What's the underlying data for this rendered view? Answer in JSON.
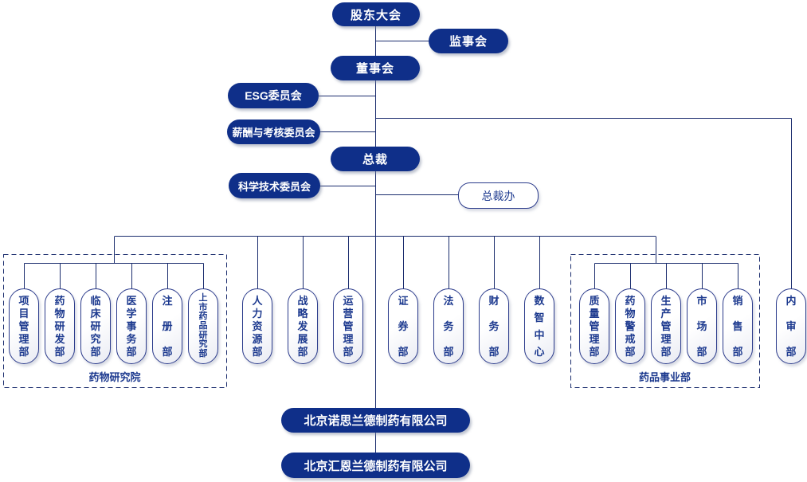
{
  "colors": {
    "dark_pill": "#0f2f89",
    "light_pill_border": "#2c3c8c",
    "text_blue": "#1d3a8f",
    "line": "#1b2d6e"
  },
  "nodes": {
    "shareholders": "股东大会",
    "supervisory_board": "监事会",
    "board_of_directors": "董事会",
    "esg_committee": "ESG委员会",
    "remuneration_committee": "薪酬与考核委员会",
    "president": "总裁",
    "science_tech_committee": "科学技术委员会",
    "president_office": "总裁办",
    "internal_audit": "内审部"
  },
  "research_institute": {
    "label": "药物研究院",
    "departments": [
      "项目管理部",
      "药物研发部",
      "临床研究部",
      "医学事务部",
      "注册部",
      "上市药品研究部"
    ]
  },
  "middle_departments": [
    "人力资源部",
    "战略发展部",
    "运营管理部",
    "证券部",
    "法务部",
    "财务部",
    "数智中心"
  ],
  "business_division": {
    "label": "药品事业部",
    "departments": [
      "质量管理部",
      "药物警戒部",
      "生产管理部",
      "市场部",
      "销售部"
    ]
  },
  "subsidiaries": [
    "北京诺思兰德制药有限公司",
    "北京汇恩兰德制药有限公司"
  ]
}
